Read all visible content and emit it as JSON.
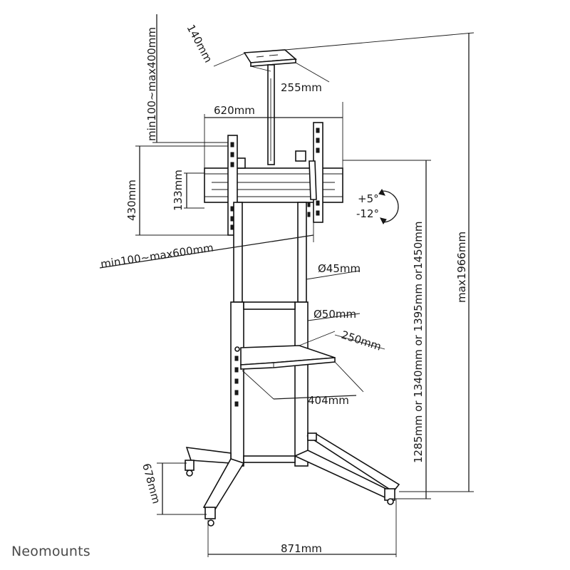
{
  "brand": "Neomounts",
  "labels": {
    "tray_depth": "140mm",
    "vesa_height_range": "min100~max400mm",
    "tray_width": "255mm",
    "plate_width": "620mm",
    "plate_height": "430mm",
    "rail_height": "133mm",
    "vesa_width_range": "min100~max600mm",
    "tilt_up": "+5°",
    "tilt_down": "-12°",
    "upper_pole_diameter": "Ø45mm",
    "lower_pole_diameter": "Ø50mm",
    "shelf_depth": "250mm",
    "shelf_width": "404mm",
    "center_heights": "1285mm or 1340mm or 1395mm or1450mm",
    "max_height": "max1966mm",
    "base_depth": "678mm",
    "base_width": "871mm"
  }
}
